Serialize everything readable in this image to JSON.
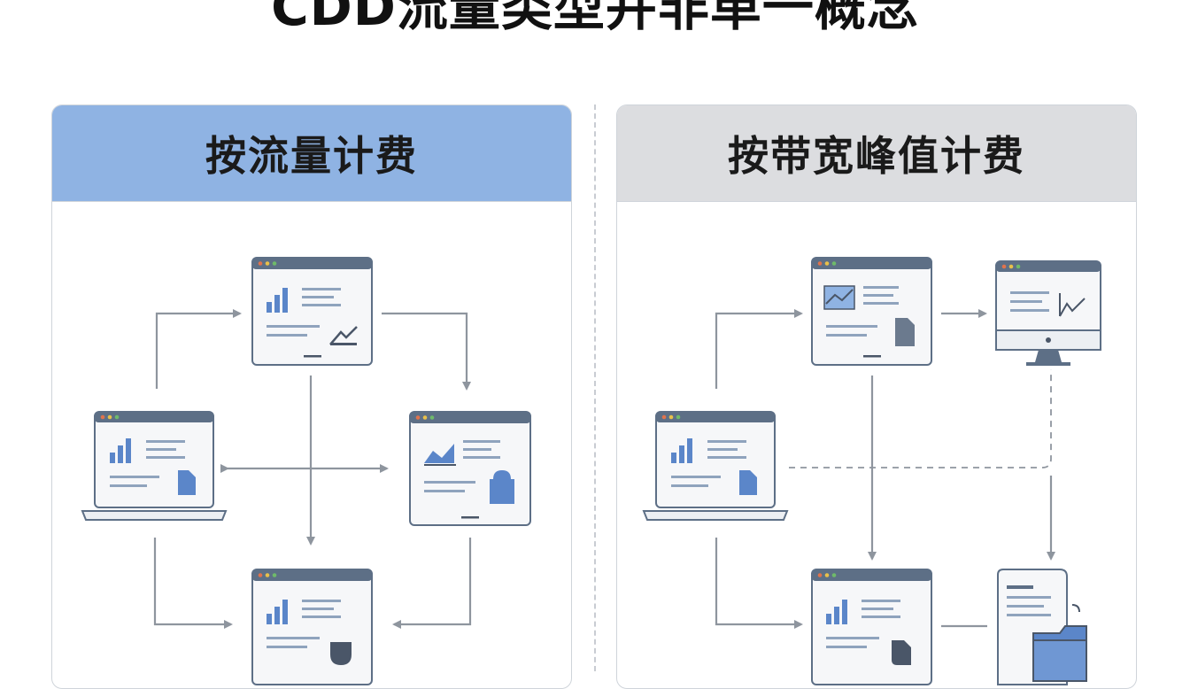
{
  "title": "CDD流量类型并非单一概念",
  "left_panel": {
    "header": "按流量计费"
  },
  "right_panel": {
    "header": "按带宽峰值计费"
  },
  "colors": {
    "accent_blue": "#5b86c9",
    "left_header_bg": "#8fb3e3",
    "right_header_bg": "#dcdde0",
    "window_frame": "#5d6f86",
    "arrow": "#8e959e"
  },
  "icons": {
    "left": [
      "browser-window-icon",
      "laptop-icon",
      "browser-window-icon",
      "browser-window-icon"
    ],
    "right": [
      "browser-window-icon",
      "desktop-monitor-icon",
      "laptop-icon",
      "browser-window-icon",
      "document-folder-icon"
    ]
  }
}
